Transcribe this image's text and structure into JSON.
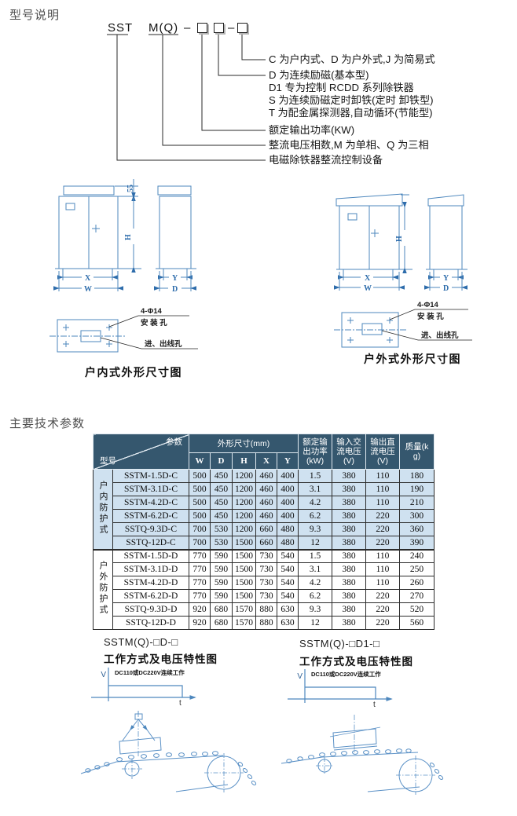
{
  "titles": {
    "model_section": "型号说明",
    "params_section": "主要技术参数"
  },
  "model_diagram": {
    "prefix": "SST",
    "phase": "M(Q)",
    "dash": "–",
    "labels": [
      "C 为户内式、D 为户外式,J 为简易式",
      "D 为连续励磁(基本型)",
      "D1 专为控制 RCDD 系列除铁器",
      "S 为连续励磁定时卸铁(定时 卸铁型)",
      "T 为配金属探测器,自动循环(节能型)",
      "额定输出功率(KW)",
      "整流电压相数,M 为单相、Q 为三相",
      "电磁除铁器整流控制设备"
    ]
  },
  "dimension_diagrams": {
    "indoor_caption": "户内式外形尺寸图",
    "outdoor_caption": "户外式外形尺寸图",
    "labels": {
      "H": "H",
      "X": "X",
      "W": "W",
      "Y": "Y",
      "D": "D",
      "top_height": "55"
    },
    "mount_hole_size": "4-Φ14",
    "mount_hole_label": "安 装 孔",
    "wire_hole_label": "进、出线孔"
  },
  "table": {
    "header": {
      "param": "参数",
      "model": "型号",
      "dims": "外形尺寸(mm)",
      "dim_cols": [
        "W",
        "D",
        "H",
        "X",
        "Y"
      ],
      "power": "额定输出功率(kW)",
      "vin": "输入交流电压(V)",
      "vout": "输出直流电压(V)",
      "mass": "质量(kg)"
    },
    "groups": [
      {
        "label": "户内防护式"
      },
      {
        "label": "户外防护式"
      }
    ],
    "rows": [
      {
        "model": "SSTM-1.5D-C",
        "values": [
          "500",
          "450",
          "1200",
          "460",
          "400",
          "1.5",
          "380",
          "110",
          "180"
        ]
      },
      {
        "model": "SSTM-3.1D-C",
        "values": [
          "500",
          "450",
          "1200",
          "460",
          "400",
          "3.1",
          "380",
          "110",
          "190"
        ]
      },
      {
        "model": "SSTM-4.2D-C",
        "values": [
          "500",
          "450",
          "1200",
          "460",
          "400",
          "4.2",
          "380",
          "110",
          "210"
        ]
      },
      {
        "model": "SSTM-6.2D-C",
        "values": [
          "500",
          "450",
          "1200",
          "460",
          "400",
          "6.2",
          "380",
          "220",
          "300"
        ]
      },
      {
        "model": "SSTQ-9.3D-C",
        "values": [
          "700",
          "530",
          "1200",
          "660",
          "480",
          "9.3",
          "380",
          "220",
          "360"
        ]
      },
      {
        "model": "SSTQ-12D-C",
        "values": [
          "700",
          "530",
          "1500",
          "660",
          "480",
          "12",
          "380",
          "220",
          "390"
        ]
      },
      {
        "model": "SSTM-1.5D-D",
        "values": [
          "770",
          "590",
          "1500",
          "730",
          "540",
          "1.5",
          "380",
          "110",
          "240"
        ]
      },
      {
        "model": "SSTM-3.1D-D",
        "values": [
          "770",
          "590",
          "1500",
          "730",
          "540",
          "3.1",
          "380",
          "110",
          "250"
        ]
      },
      {
        "model": "SSTM-4.2D-D",
        "values": [
          "770",
          "590",
          "1500",
          "730",
          "540",
          "4.2",
          "380",
          "110",
          "260"
        ]
      },
      {
        "model": "SSTM-6.2D-D",
        "values": [
          "770",
          "590",
          "1500",
          "730",
          "540",
          "6.2",
          "380",
          "220",
          "270"
        ]
      },
      {
        "model": "SSTQ-9.3D-D",
        "values": [
          "920",
          "680",
          "1570",
          "880",
          "630",
          "9.3",
          "380",
          "220",
          "520"
        ]
      },
      {
        "model": "SSTQ-12D-D",
        "values": [
          "920",
          "680",
          "1570",
          "880",
          "630",
          "12",
          "380",
          "220",
          "560"
        ]
      }
    ]
  },
  "wave_charts": {
    "left": {
      "title_line1": "SSTM(Q)-□D-□",
      "title_line2": "工作方式及电压特性图"
    },
    "right": {
      "title_line1": "SSTM(Q)-□D1-□",
      "title_line2": "工作方式及电压特性图"
    },
    "v_axis": "V",
    "t_axis": "t",
    "annotation": "DC110或DC220V连续工作"
  },
  "colors": {
    "table_header_bg": "#35576e",
    "indoor_row_bg": "#cfe1f0",
    "drawing_line_blue": "#4d87bd",
    "dimension_text_blue": "#2d6cab"
  }
}
